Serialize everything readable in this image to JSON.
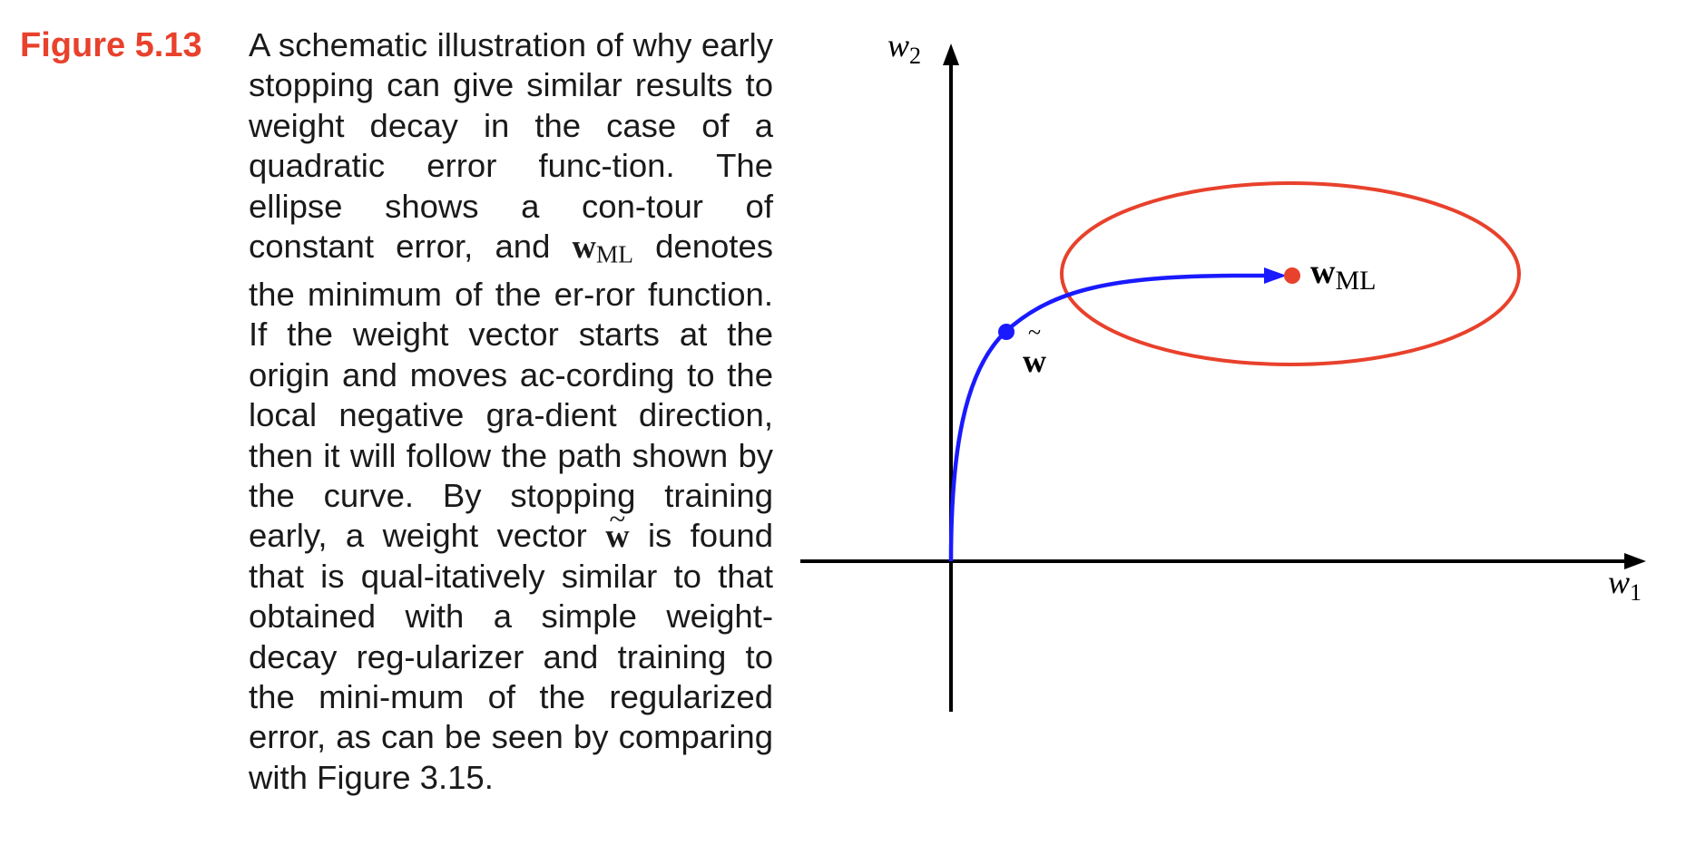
{
  "figure": {
    "label": "Figure 5.13",
    "caption_parts": {
      "p1": "A schematic illustration of why early stopping can give similar results to weight decay in the case of a quadratic error func-tion.  The ellipse shows a con-tour of constant error, and ",
      "sym_w": "w",
      "sym_ml": "ML",
      "p2": " denotes the minimum of the er-ror function.  If the weight vector starts at the origin and moves ac-cording to the local negative gra-dient direction, then it will follow the path shown by the curve. By stopping training early, a weight vector ",
      "tilde": "~",
      "sym_w2": "w",
      "p3": " is found that is qual-itatively similar to that obtained with a simple weight-decay reg-ularizer and training to the mini-mum of the regularized error, as can be seen by comparing with Figure 3.15."
    }
  },
  "diagram": {
    "axis_y_label": "w",
    "axis_y_sub": "2",
    "axis_x_label": "w",
    "axis_x_sub": "1",
    "point_ml_label": "w",
    "point_ml_sub": "ML",
    "point_tilde_label": "w",
    "point_tilde_mark": "~",
    "colors": {
      "ellipse": "#e8412c",
      "path": "#1a1aff",
      "ml_point": "#e8412c",
      "tilde_point": "#1a1aff",
      "axes": "#000000",
      "figure_label": "#e8412c"
    }
  }
}
